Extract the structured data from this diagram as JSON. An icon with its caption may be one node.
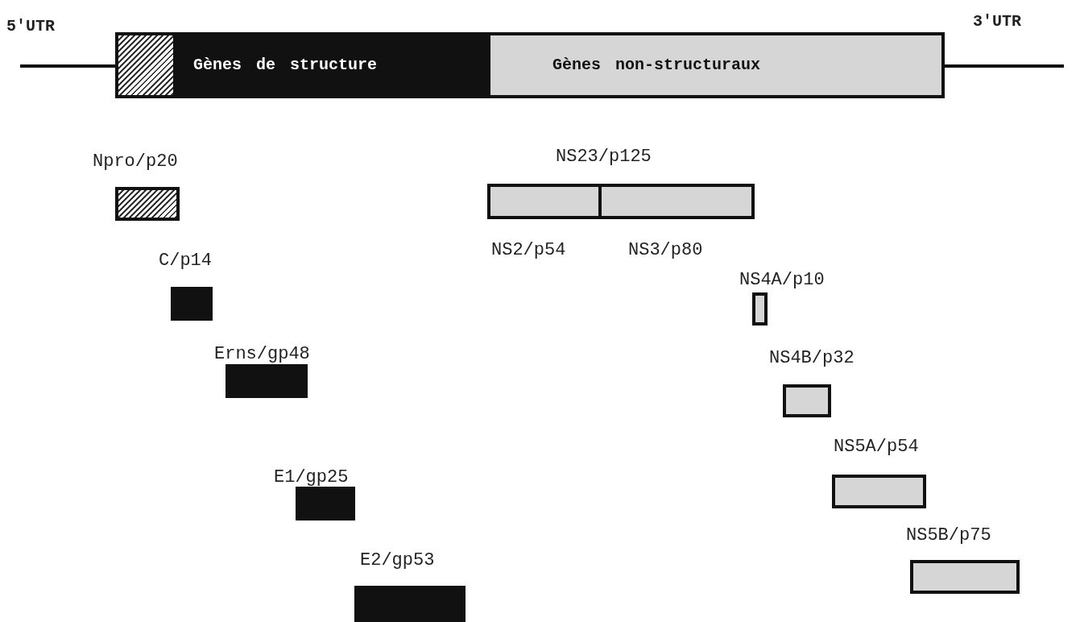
{
  "diagram": {
    "nodes": [
      {
        "text": [],
        "shape": "box"
      },
      {
        "text": [
          "Gènes de structure"
        ]
      },
      {
        "text": [
          "Gènes non-structuraux"
        ]
      },
      {
        "text": [
          "Npro/p20"
        ]
      },
      {
        "text": [
          "C/p14"
        ]
      },
      {
        "text": [
          "Erns/gp48"
        ]
      },
      {
        "text": [
          "E1/gp25"
        ]
      },
      {
        "text": [
          "E2/gp53"
        ]
      },
      {
        "text": [
          "NS23/p125"
        ]
      },
      {
        "text": [
          "NS2/p54"
        ]
      },
      {
        "text": [
          "NS3/p80"
        ]
      },
      {
        "text": [
          "NS4A/p10"
        ]
      },
      {
        "text": [
          "NS4B/p32"
        ]
      },
      {
        "text": [
          "NS5A/p54"
        ]
      },
      {
        "text": [
          "NS5B/p75"
        ]
      }
    ],
    "edges": [],
    "labels": [
      "5'UTR",
      "3'UTR"
    ]
  }
}
